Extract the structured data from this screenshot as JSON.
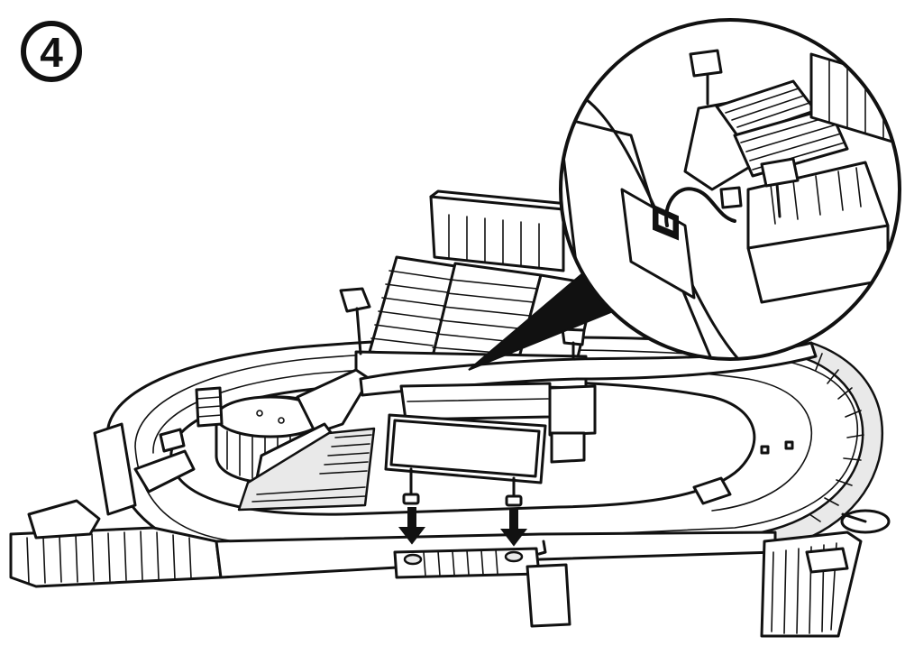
{
  "step": {
    "number": "4"
  },
  "colors": {
    "line": "#111111",
    "background": "#ffffff",
    "shade": "#e9e9e9"
  },
  "icons": {
    "step_badge": "circled-number",
    "arrows": "down-arrow",
    "callout": "magnifier-circle"
  }
}
